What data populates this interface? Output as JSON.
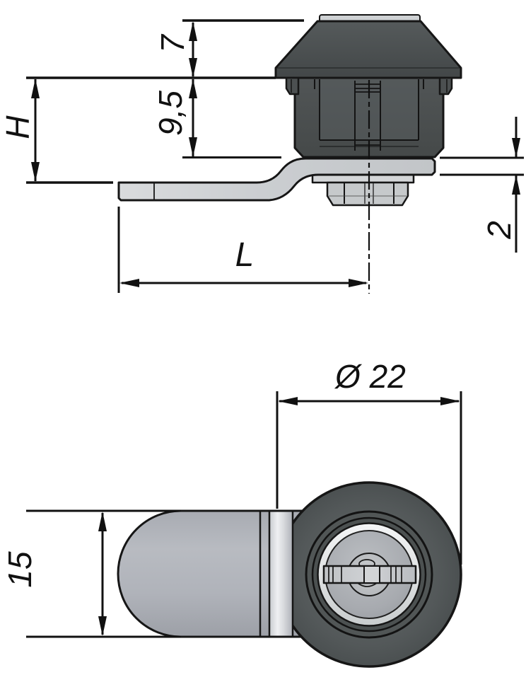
{
  "drawing": {
    "type": "technical-drawing",
    "subject": "quarter-turn cam lock, two orthographic views"
  },
  "dims": {
    "cap_height": "7",
    "body_height": "9,5",
    "install_height": "H",
    "cam_thickness": "2",
    "cam_length": "L",
    "diameter": "Ø 22",
    "cam_width": "15"
  },
  "colors": {
    "outline": "#161616",
    "dim_line": "#111111",
    "dark_part": "#4c5051",
    "light_part": "#cbcdd0",
    "front_arm": "#b0b3ba",
    "face": "#a9acb0",
    "highlight_ring": "#edeef0"
  }
}
